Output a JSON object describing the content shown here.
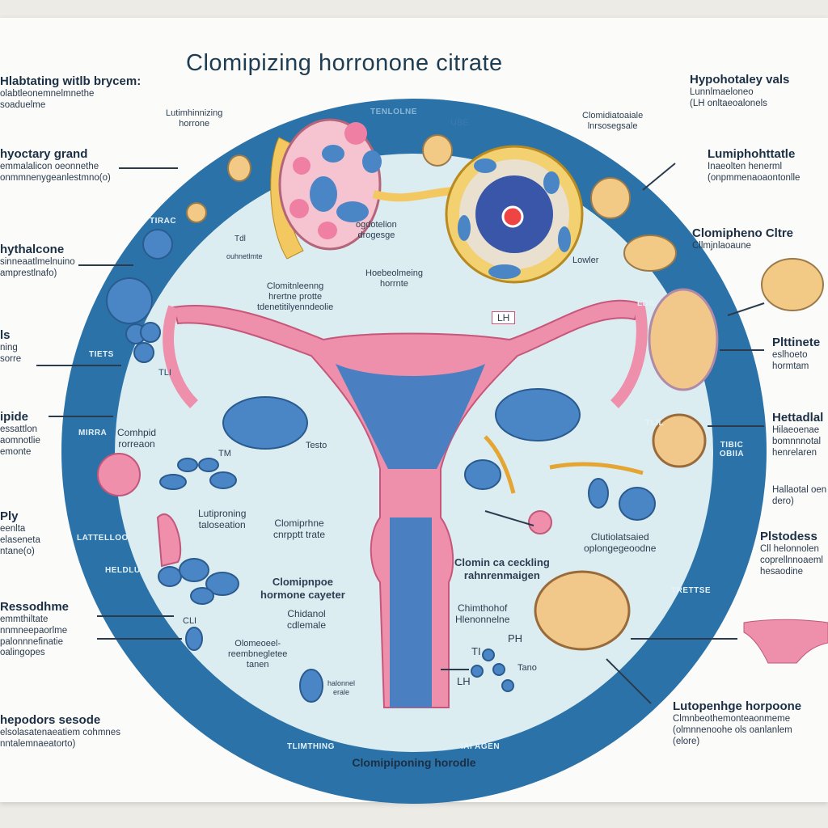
{
  "title": "Clomipizing horronone citrate",
  "footer": "Clomipiponing horodle",
  "left_labels": [
    {
      "heading": "Hlabtating witlb brycem:",
      "lines": [
        "olabtleonemnelmnethe",
        "soaduelme"
      ]
    },
    {
      "heading": "hyoctary grand",
      "lines": [
        "emmalalicon oeonnethe",
        "onmmnenygeanlestmno(o)"
      ]
    },
    {
      "heading": "hythalcone",
      "lines": [
        "sinneaatlmelnuino",
        "amprestlnafo)"
      ]
    },
    {
      "heading": "ls",
      "lines": [
        "ning",
        "sorre"
      ]
    },
    {
      "heading": "ipide",
      "lines": [
        "essattlon",
        "aomnotlie",
        "emonte"
      ]
    },
    {
      "heading": "Ply",
      "lines": [
        "eenlta",
        "elaseneta",
        "ntane(o)"
      ]
    },
    {
      "heading": "Ressodhme",
      "lines": [
        "emmthiltate",
        "nnmneepaorlme",
        "palonnnefinatie",
        "oalingopes"
      ]
    },
    {
      "heading": "hepodors sesode",
      "lines": [
        "elsolasatenaeatiem cohmnes",
        "nntalemnaeatorto)"
      ]
    }
  ],
  "right_labels": [
    {
      "heading": "Hypohotaley vals",
      "lines": [
        "Lunnlmaeloneo",
        "(LH onltaeoalonels"
      ]
    },
    {
      "heading": "Lumiphohttatle",
      "lines": [
        "Inaeolten henerml",
        "(onpmmenaoaontonlle"
      ]
    },
    {
      "heading": "Clomipheno Cltre",
      "lines": [
        "Cllmjnlaoaune"
      ]
    },
    {
      "heading": "Plttinete",
      "lines": [
        "eslhoeto",
        "hormtam"
      ]
    },
    {
      "heading": "Hettadlal",
      "lines": [
        "Hilaeoenae",
        "bomnnnotal",
        "henrelaren"
      ]
    },
    {
      "heading": "",
      "lines": [
        "Hallaotal oen",
        "dero)"
      ]
    },
    {
      "heading": "Plstodess",
      "lines": [
        "Cll helonnolen",
        "coprellnnoaeml",
        "hesaodine"
      ]
    },
    {
      "heading": "Lutopenhge horpoone",
      "lines": [
        "Clmnbeothemonteaonmeme",
        "(olmnnenoohe ols oanlanlem",
        "(elore)"
      ]
    }
  ],
  "inner_labels": {
    "luteinizing": [
      "Lutimhinnizing",
      "horrone"
    ],
    "ldotage": [
      "ogdotelion",
      "drogesge"
    ],
    "hormone1": [
      "Hoebeolmeing",
      "horrnte"
    ],
    "clomid1": [
      "Clomitnleenng",
      "hrertne protte",
      "tdenetitilyenndeolie"
    ],
    "clomid2": [
      "Comhpid",
      "rorreaon"
    ],
    "lutiproning": [
      "Lutiproning",
      "taloseation"
    ],
    "clomiphine": [
      "Clomiprhne",
      "cnrpptt trate"
    ],
    "clomipnoe": [
      "Clomipnpoe",
      "hormone cayeter"
    ],
    "childanol": [
      "Chidanol",
      "cdlemale"
    ],
    "oloetoee": [
      "Olomeoeel-",
      "reembnegletee",
      "tanen"
    ],
    "helonnol": [
      "halonnel",
      "erale"
    ],
    "clomin": [
      "Clomin ca ceckling",
      "rahnrenmaigen"
    ],
    "chimthol": [
      "Chimthohof",
      "Hlenonnelne"
    ],
    "clutiolal": [
      "Clutiolatsaied",
      "oplongegeoodne"
    ],
    "clomidod": [
      "Clomidiatoaiale",
      "lnrsosegsale"
    ],
    "tl": "TI",
    "ph": "PH",
    "lh": "LH",
    "tano": "Tano",
    "tli": "TLI",
    "cli": "CLI",
    "tm": "TM",
    "testo": "Testo",
    "lh_box": "LH",
    "ube": "UBE",
    "lowler": "Lowler",
    "hidd": "ouhnetlmte",
    "tdl": "Tdl"
  },
  "ring_labels": [
    "TENLOLNE",
    "LDIL",
    "TIRAC",
    "TIETS",
    "MIRRA",
    "LATTELLOO",
    "HELDLU",
    "TLIL",
    "TIBIC OBIIA",
    "TRETTSE",
    "TLIMTHING",
    "IAI AGEN"
  ],
  "colors": {
    "ring": "#2a72a8",
    "inner": "#dcedf2",
    "uterus": "#ee8fab",
    "ovary": "#4a86c6",
    "tan": "#f0c987"
  }
}
